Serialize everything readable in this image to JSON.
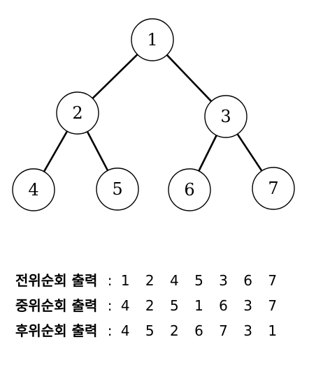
{
  "tree": {
    "nodes": [
      {
        "id": "n1",
        "label": "1"
      },
      {
        "id": "n2",
        "label": "2"
      },
      {
        "id": "n3",
        "label": "3"
      },
      {
        "id": "n4",
        "label": "4"
      },
      {
        "id": "n5",
        "label": "5"
      },
      {
        "id": "n6",
        "label": "6"
      },
      {
        "id": "n7",
        "label": "7"
      }
    ],
    "edges": [
      {
        "from": "n1",
        "to": "n2"
      },
      {
        "from": "n1",
        "to": "n3"
      },
      {
        "from": "n2",
        "to": "n4"
      },
      {
        "from": "n2",
        "to": "n5"
      },
      {
        "from": "n3",
        "to": "n6"
      },
      {
        "from": "n3",
        "to": "n7"
      }
    ]
  },
  "traversals": {
    "preorder": {
      "label": "전위순회 출력",
      "sep": ":",
      "sequence": "1 2 4 5 3 6 7"
    },
    "inorder": {
      "label": "중위순회 출력",
      "sep": ":",
      "sequence": "4 2 5 1 6 3 7"
    },
    "postorder": {
      "label": "후위순회 출력",
      "sep": ":",
      "sequence": "4 5 2 6 7 3 1"
    }
  }
}
